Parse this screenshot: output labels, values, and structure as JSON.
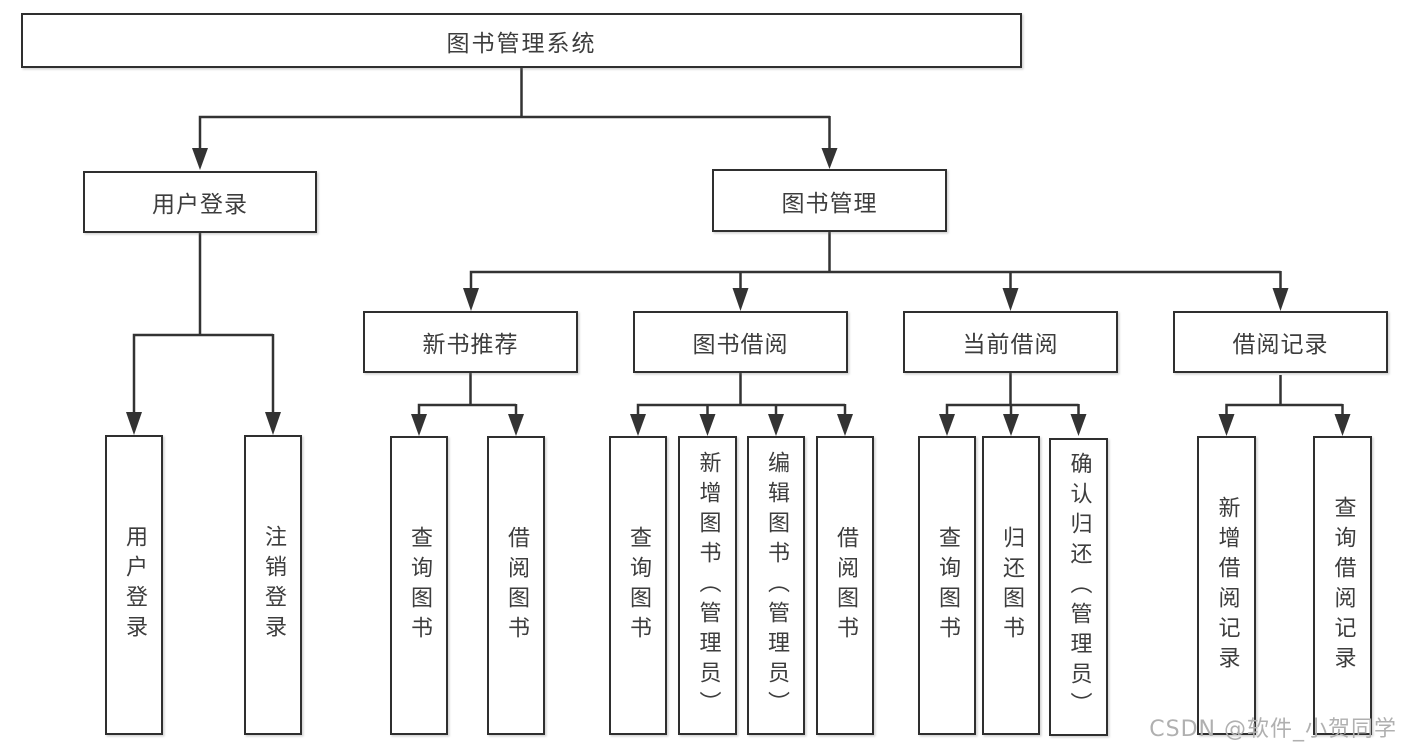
{
  "diagram": {
    "root": {
      "label": "图书管理系统"
    },
    "user_login": {
      "label": "用户登录",
      "children": [
        {
          "label": "用户登录"
        },
        {
          "label": "注销登录"
        }
      ]
    },
    "book_management": {
      "label": "图书管理",
      "children": [
        {
          "label": "新书推荐",
          "children": [
            {
              "label": "查询图书"
            },
            {
              "label": "借阅图书"
            }
          ]
        },
        {
          "label": "图书借阅",
          "children": [
            {
              "label": "查询图书"
            },
            {
              "label": "新增图书（管理员）"
            },
            {
              "label": "编辑图书（管理员）"
            },
            {
              "label": "借阅图书"
            }
          ]
        },
        {
          "label": "当前借阅",
          "children": [
            {
              "label": "查询图书"
            },
            {
              "label": "归还图书"
            },
            {
              "label": "确认归还（管理员）"
            }
          ]
        },
        {
          "label": "借阅记录",
          "children": [
            {
              "label": "新增借阅记录"
            },
            {
              "label": "查询借阅记录"
            }
          ]
        }
      ]
    },
    "watermark": {
      "text": "CSDN @软件_小贺同学"
    }
  },
  "colors": {
    "line": "#333333",
    "box_border": "#2f2f2f",
    "text": "#3d3d3d",
    "watermark": "#b0b0b0",
    "background": "#ffffff",
    "box_bg": "#ffffff"
  }
}
